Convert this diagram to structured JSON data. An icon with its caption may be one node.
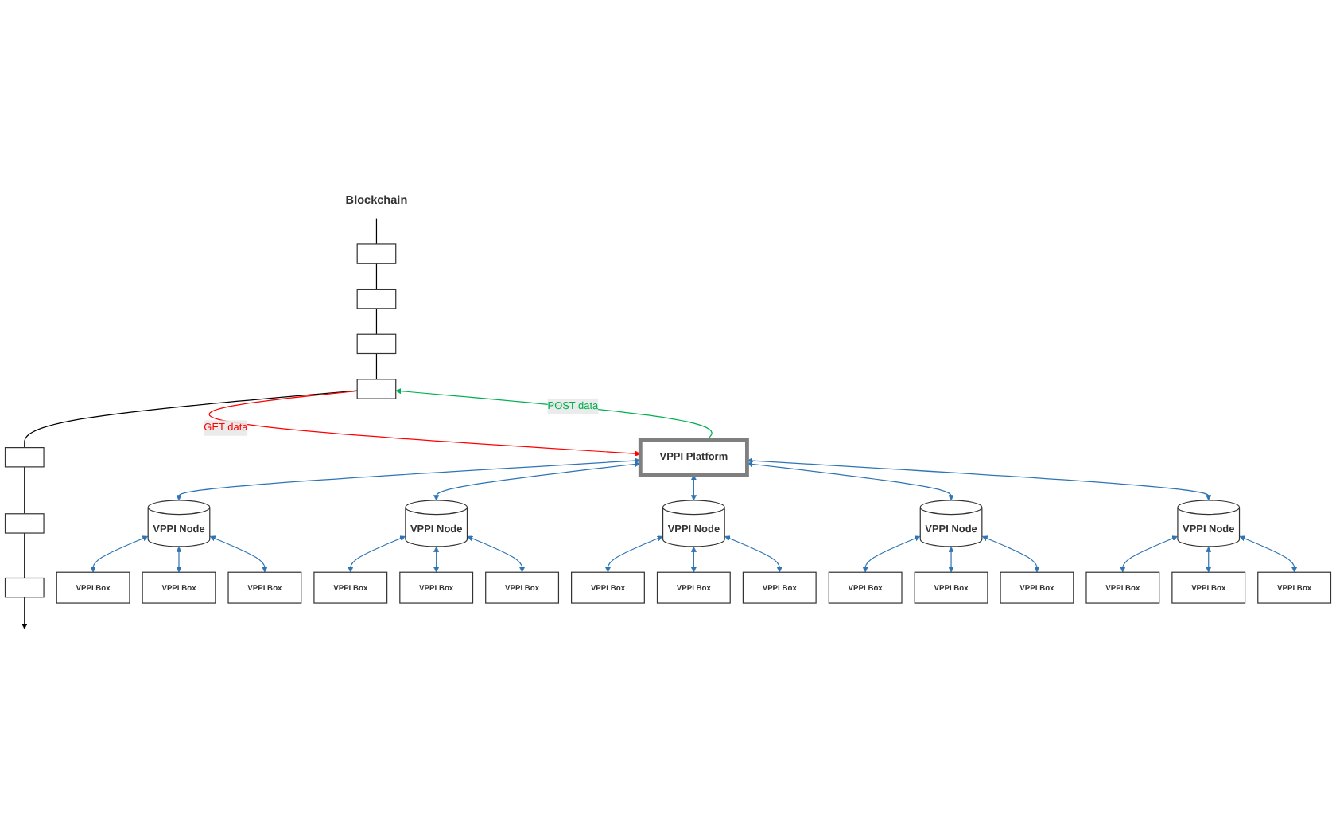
{
  "diagram": {
    "nodes": [
      {
        "text": [
          "Blockchain"
        ]
      },
      {
        "text": [],
        "shape": "box"
      },
      {
        "text": [],
        "shape": "box"
      },
      {
        "text": [],
        "shape": "box"
      },
      {
        "text": [],
        "shape": "box"
      },
      {
        "text": [],
        "shape": "box"
      },
      {
        "text": [],
        "shape": "box"
      },
      {
        "text": [],
        "shape": "box"
      },
      {
        "text": [
          "VPPI Platform"
        ]
      },
      {
        "text": [
          "VPPI Node"
        ]
      },
      {
        "text": [
          "VPPI Box"
        ]
      },
      {
        "text": [
          "VPPI Box"
        ]
      },
      {
        "text": [
          "VPPI Box"
        ]
      },
      {
        "text": [
          "VPPI Node"
        ]
      },
      {
        "text": [
          "VPPI Box"
        ]
      },
      {
        "text": [
          "VPPI Box"
        ]
      },
      {
        "text": [
          "VPPI Box"
        ]
      },
      {
        "text": [
          "VPPI Node"
        ]
      },
      {
        "text": [
          "VPPI Box"
        ]
      },
      {
        "text": [
          "VPPI Box"
        ]
      },
      {
        "text": [
          "VPPI Box"
        ]
      },
      {
        "text": [
          "VPPI Node"
        ]
      },
      {
        "text": [
          "VPPI Box"
        ]
      },
      {
        "text": [
          "VPPI Box"
        ]
      },
      {
        "text": [
          "VPPI Box"
        ]
      },
      {
        "text": [
          "VPPI Node"
        ]
      },
      {
        "text": [
          "VPPI Box"
        ]
      },
      {
        "text": [
          "VPPI Box"
        ]
      },
      {
        "text": [
          "VPPI Box"
        ]
      }
    ],
    "edges": [
      {
        "from": 0,
        "to": 1,
        "arrow": "none",
        "color": "#000000"
      },
      {
        "from": 1,
        "to": 2,
        "arrow": "none",
        "color": "#000000"
      },
      {
        "from": 2,
        "to": 3,
        "arrow": "none",
        "color": "#000000"
      },
      {
        "from": 3,
        "to": 4,
        "arrow": "none",
        "color": "#000000"
      },
      {
        "from": 4,
        "to": 5,
        "arrow": "none",
        "color": "#000000"
      },
      {
        "from": 5,
        "to": 6,
        "arrow": "none",
        "color": "#000000"
      },
      {
        "from": 6,
        "to": 7,
        "arrow": "none",
        "color": "#000000"
      },
      {
        "from": 7,
        "to": null,
        "arrow": "to",
        "color": "#000000"
      },
      {
        "from": 8,
        "to": 4,
        "arrow": "to",
        "label": "POST data",
        "color": "#00b050"
      },
      {
        "from": 4,
        "to": 8,
        "arrow": "to",
        "label": "GET data",
        "color": "#ff0000"
      },
      {
        "from": 8,
        "to": 9,
        "arrow": "both"
      },
      {
        "from": 8,
        "to": 13,
        "arrow": "both"
      },
      {
        "from": 8,
        "to": 17,
        "arrow": "both"
      },
      {
        "from": 8,
        "to": 21,
        "arrow": "both"
      },
      {
        "from": 8,
        "to": 25,
        "arrow": "both"
      },
      {
        "from": 9,
        "to": 10,
        "arrow": "both"
      },
      {
        "from": 9,
        "to": 11,
        "arrow": "both"
      },
      {
        "from": 9,
        "to": 12,
        "arrow": "both"
      },
      {
        "from": 13,
        "to": 14,
        "arrow": "both"
      },
      {
        "from": 13,
        "to": 15,
        "arrow": "both"
      },
      {
        "from": 13,
        "to": 16,
        "arrow": "both"
      },
      {
        "from": 17,
        "to": 18,
        "arrow": "both"
      },
      {
        "from": 17,
        "to": 19,
        "arrow": "both"
      },
      {
        "from": 17,
        "to": 20,
        "arrow": "both"
      },
      {
        "from": 21,
        "to": 22,
        "arrow": "both"
      },
      {
        "from": 21,
        "to": 23,
        "arrow": "both"
      },
      {
        "from": 21,
        "to": 24,
        "arrow": "both"
      },
      {
        "from": 25,
        "to": 26,
        "arrow": "both"
      },
      {
        "from": 25,
        "to": 27,
        "arrow": "both"
      },
      {
        "from": 25,
        "to": 28,
        "arrow": "both"
      }
    ]
  }
}
